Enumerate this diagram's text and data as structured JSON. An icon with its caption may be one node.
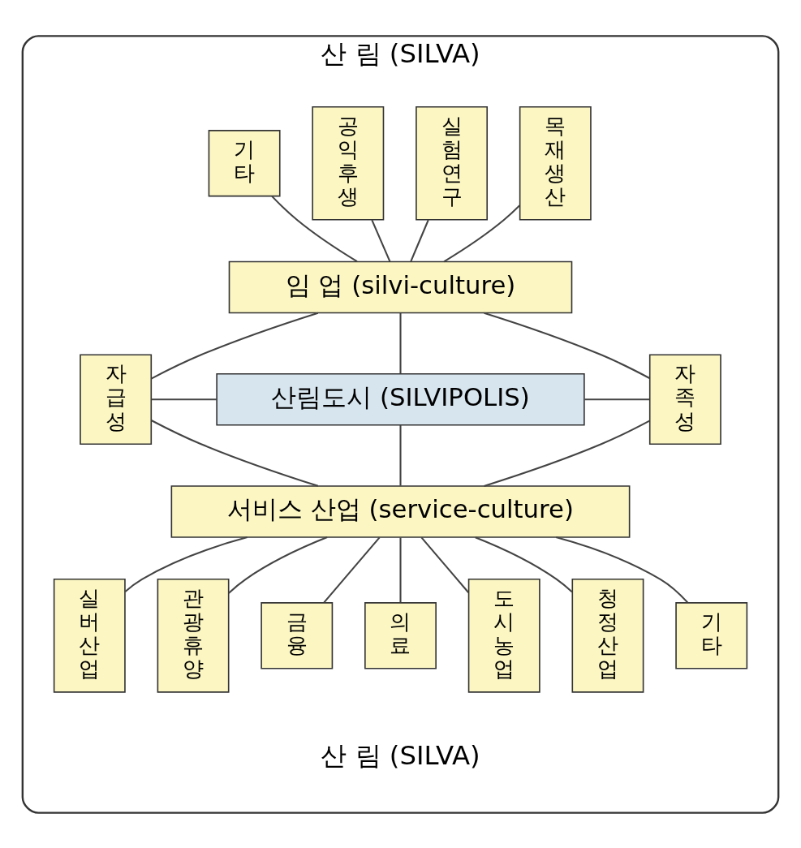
{
  "diagram": {
    "nodes": [
      {
        "text": [
          "산 림 (SILVA)",
          "산 림 (SILVA)"
        ]
      },
      {
        "text": [
          "목재생산"
        ],
        "in": 0
      },
      {
        "text": [
          "실험연구"
        ],
        "in": 0
      },
      {
        "text": [
          "공익후생"
        ],
        "in": 0
      },
      {
        "text": [
          "기타"
        ],
        "in": 0
      },
      {
        "text": [
          "임 업 (silvi-culture)"
        ],
        "in": 0
      },
      {
        "text": [
          "자급성"
        ],
        "in": 0
      },
      {
        "text": [
          "산림도시 (SILVIPOLIS)"
        ],
        "in": 0
      },
      {
        "text": [
          "자족성"
        ],
        "in": 0
      },
      {
        "text": [
          "서비스 산업 (service-culture)"
        ],
        "in": 0
      },
      {
        "text": [
          "실버산업"
        ],
        "in": 0
      },
      {
        "text": [
          "관광휴양"
        ],
        "in": 0
      },
      {
        "text": [
          "금융"
        ],
        "in": 0
      },
      {
        "text": [
          "의료"
        ],
        "in": 0
      },
      {
        "text": [
          "도시농업"
        ],
        "in": 0
      },
      {
        "text": [
          "청정산업"
        ],
        "in": 0
      },
      {
        "text": [
          "기타"
        ],
        "in": 0
      }
    ],
    "edges": [
      {
        "from": 1,
        "to": 5,
        "arrow": "none"
      },
      {
        "from": 2,
        "to": 5,
        "arrow": "none"
      },
      {
        "from": 3,
        "to": 5,
        "arrow": "none"
      },
      {
        "from": 4,
        "to": 5,
        "arrow": "none"
      },
      {
        "from": 5,
        "to": 6,
        "arrow": "none"
      },
      {
        "from": 5,
        "to": 7,
        "arrow": "none"
      },
      {
        "from": 5,
        "to": 8,
        "arrow": "none"
      },
      {
        "from": 6,
        "to": 7,
        "arrow": "none"
      },
      {
        "from": 7,
        "to": 8,
        "arrow": "none"
      },
      {
        "from": 6,
        "to": 9,
        "arrow": "none"
      },
      {
        "from": 7,
        "to": 9,
        "arrow": "none"
      },
      {
        "from": 8,
        "to": 9,
        "arrow": "none"
      },
      {
        "from": 9,
        "to": 10,
        "arrow": "none"
      },
      {
        "from": 9,
        "to": 11,
        "arrow": "none"
      },
      {
        "from": 9,
        "to": 12,
        "arrow": "none"
      },
      {
        "from": 9,
        "to": 13,
        "arrow": "none"
      },
      {
        "from": 9,
        "to": 14,
        "arrow": "none"
      },
      {
        "from": 9,
        "to": 15,
        "arrow": "none"
      },
      {
        "from": 9,
        "to": 16,
        "arrow": "none"
      }
    ]
  }
}
